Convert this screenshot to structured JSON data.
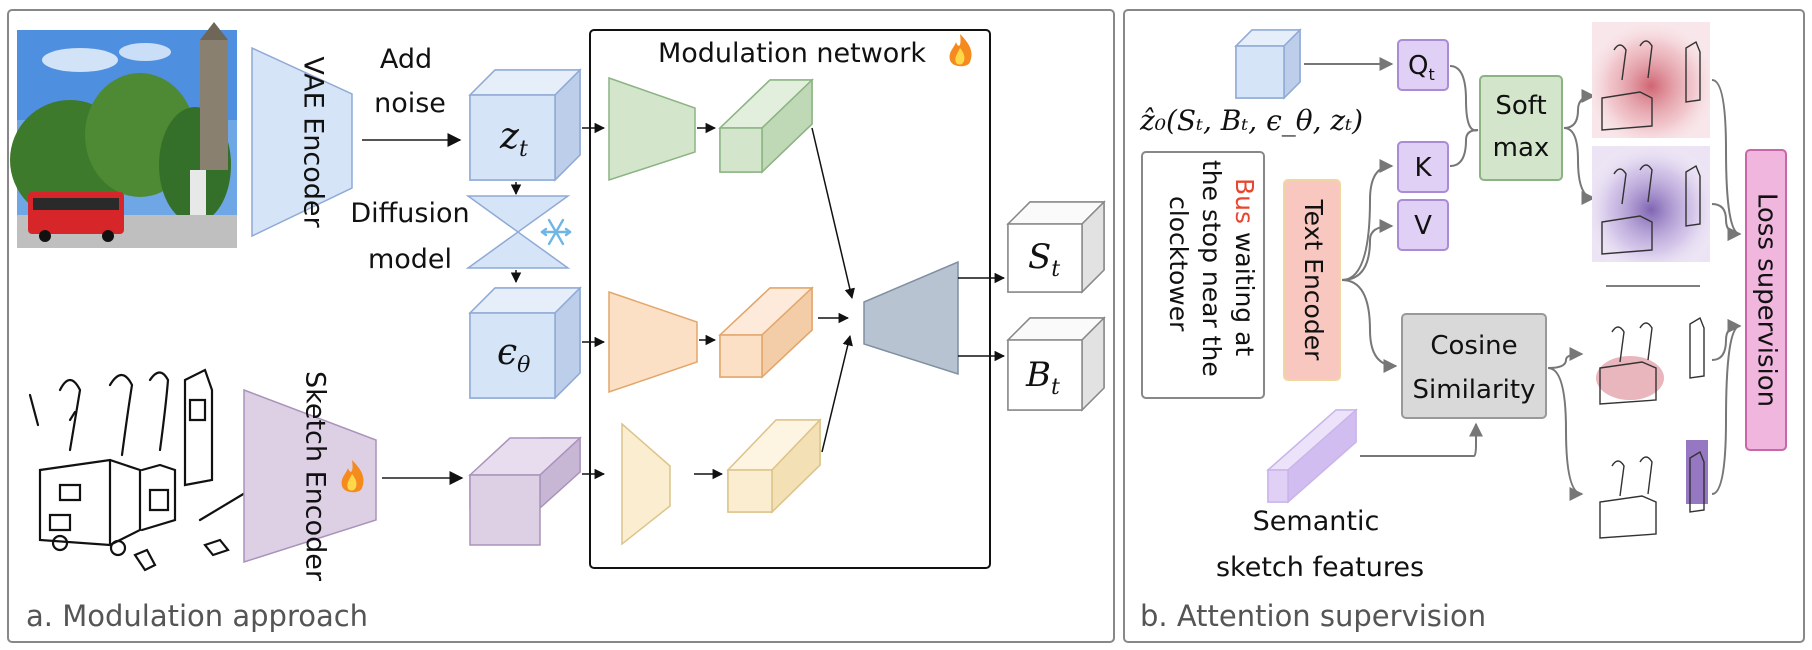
{
  "panel_a": {
    "caption": "a. Modulation approach",
    "vae_encoder": "VAE Encoder",
    "add_noise_line1": "Add",
    "add_noise_line2": "noise",
    "z_t": "z",
    "z_t_sub": "t",
    "diffusion_line1": "Diffusion",
    "diffusion_line2": "model",
    "eps_theta": "ϵ",
    "eps_theta_sub": "θ",
    "sketch_encoder": "Sketch Encoder",
    "modulation_network": "Modulation network",
    "s_t": "S",
    "s_t_sub": "t",
    "b_t": "B",
    "b_t_sub": "t"
  },
  "panel_b": {
    "caption": "b. Attention supervision",
    "z0_expr": "ẑ₀(Sₜ, Bₜ, ϵ_θ, zₜ)",
    "q_label": "Q",
    "q_sub": "t",
    "k_label": "K",
    "v_label": "V",
    "softmax_line1": "Soft",
    "softmax_line2": "max",
    "prompt_word_bus": "Bus",
    "prompt_part2": " waiting at",
    "prompt_part3": "the stop near the",
    "prompt_word_clocktower": "clocktower",
    "text_encoder": "Text Encoder",
    "cosine_line1": "Cosine",
    "cosine_line2": "Similarity",
    "semantic_line1": "Semantic",
    "semantic_line2": "sketch features",
    "loss_supervision": "Loss supervision"
  },
  "colors": {
    "blue_fill": "#d6e4f7",
    "blue_stroke": "#8faad6",
    "green_fill": "#d3e6cc",
    "green_stroke": "#8cb383",
    "orange_fill": "#fbe0c5",
    "orange_stroke": "#e3a66a",
    "yellow_fill": "#fbeed0",
    "yellow_stroke": "#dcc48a",
    "purple_fill": "#ddd0e5",
    "purple_stroke": "#a993bb",
    "slate_fill": "#b7c3d0",
    "slate_stroke": "#7f8fa1",
    "qkv_fill": "#e1d0f5",
    "qkv_stroke": "#a98bd6",
    "textenc_fill": "#f8c8c0",
    "textenc_stroke": "#e8a89c",
    "loss_fill": "#f0b6de",
    "loss_stroke": "#c767a8",
    "bus_word": "#e8472f",
    "clocktower_word": "#9b5cf5"
  },
  "icons": {
    "fire": "fire-icon",
    "snowflake": "snowflake-icon"
  }
}
